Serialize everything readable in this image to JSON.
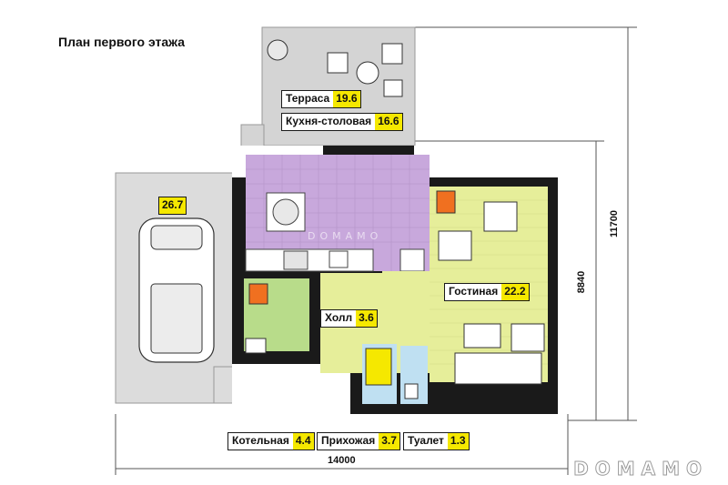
{
  "title": "План первого этажа",
  "rooms": {
    "terrace": {
      "name": "Терраса",
      "area": "19.6"
    },
    "kitchen": {
      "name": "Кухня-столовая",
      "area": "16.6"
    },
    "garage": {
      "name": "",
      "area": "26.7"
    },
    "living": {
      "name": "Гостиная",
      "area": "22.2"
    },
    "hall": {
      "name": "Холл",
      "area": "3.6"
    },
    "boiler": {
      "name": "Котельная",
      "area": "4.4"
    },
    "entrance": {
      "name": "Прихожая",
      "area": "3.7"
    },
    "toilet": {
      "name": "Туалет",
      "area": "1.3"
    }
  },
  "dimensions": {
    "width": "14000",
    "height_total": "11700",
    "height_house": "8840"
  },
  "watermark": "DOMAMO",
  "colors": {
    "wall": "#1a1a1a",
    "kitchen_floor": "#c8a8dc",
    "living_floor": "#e6ee9a",
    "hall_floor": "#e6ee9a",
    "boiler_floor": "#b8dc8a",
    "garage_floor": "#dcdcdc",
    "terrace_floor": "#d4d4d4",
    "toilet_floor": "#bfe0f2",
    "label_value_bg": "#f5e800"
  }
}
